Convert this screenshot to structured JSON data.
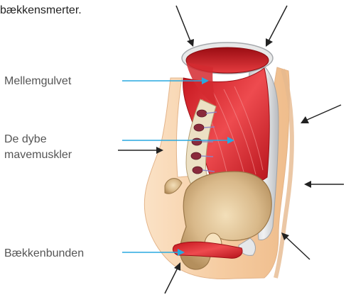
{
  "intro_text": "bækkensmerter.",
  "labels": {
    "diaphragm": "Mellemgulvet",
    "deep_abs_line1": "De dybe",
    "deep_abs_line2": "mavemuskler",
    "pelvic_floor": "Bækkenbunden"
  },
  "colors": {
    "pointer_blue": "#29a9e0",
    "pointer_black": "#222222",
    "skin": "#f7d3ae",
    "muscle_red": "#d8262e",
    "bone": "#d9b98a"
  }
}
